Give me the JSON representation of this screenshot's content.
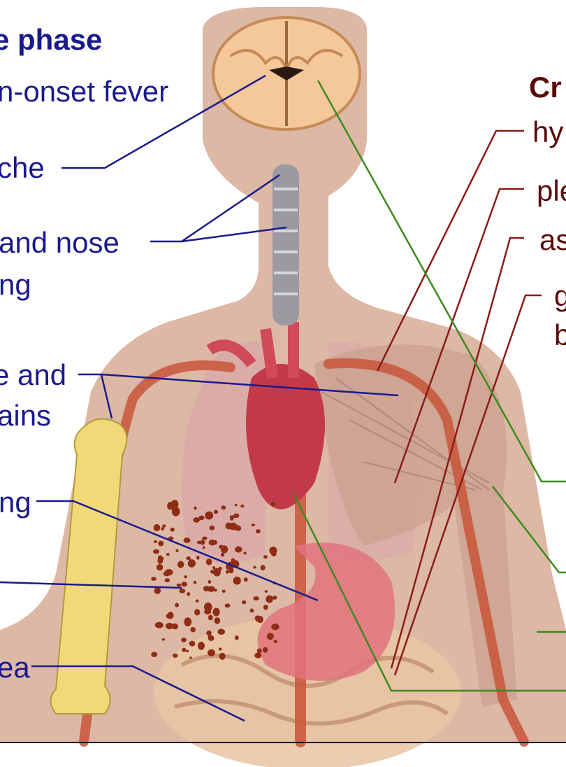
{
  "colors": {
    "skin": "#dcb8a5",
    "leader_blue": "#1a1a8c",
    "leader_red": "#8b1a1a",
    "leader_green": "#3d8a1f",
    "vessel": "#c8553a",
    "bone": "#f2d978",
    "brain": "#f4c89a",
    "lung": "#d9a8a8",
    "heart": "#c23a4a",
    "stomach": "#e0737e",
    "blood_spots": "#8e2c14"
  },
  "left_labels": [
    {
      "text": "e phase",
      "style": "heading"
    },
    {
      "text": "n-onset fever"
    },
    {
      "text": "che"
    },
    {
      "text": "and nose"
    },
    {
      "text": "ng"
    },
    {
      "text": "e and"
    },
    {
      "text": "ains"
    },
    {
      "text": "ng"
    },
    {
      "text": "ea"
    }
  ],
  "right_labels": [
    {
      "text": "Cr",
      "style": "heading"
    },
    {
      "text": "hy"
    },
    {
      "text": "ple"
    },
    {
      "text": "as"
    },
    {
      "text": "g"
    },
    {
      "text": "b"
    }
  ],
  "icons": {
    "brain": "brain-icon",
    "trachea": "trachea-icon",
    "lungs": "lungs-icon",
    "heart": "heart-icon",
    "stomach": "stomach-icon",
    "bone": "bone-icon",
    "muscle": "muscle-icon",
    "intestine": "intestine-icon",
    "blood": "blood-spots-icon"
  }
}
